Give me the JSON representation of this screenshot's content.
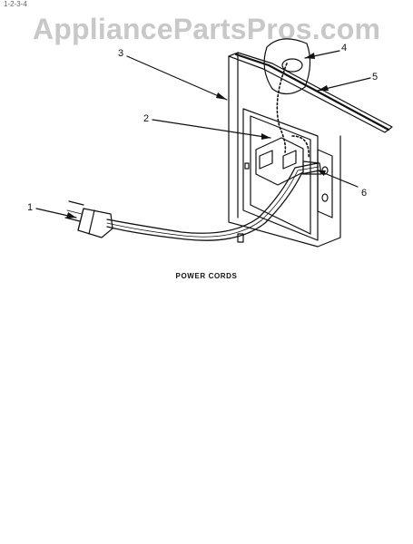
{
  "watermark": "AppliancePartsPros.com",
  "corner_code": "1-2-3-4",
  "caption": "POWER CORDS",
  "callouts": [
    {
      "id": "1",
      "label": "1"
    },
    {
      "id": "2",
      "label": "2"
    },
    {
      "id": "3",
      "label": "3"
    },
    {
      "id": "4",
      "label": "4"
    },
    {
      "id": "5",
      "label": "5"
    },
    {
      "id": "6",
      "label": "6"
    }
  ],
  "colors": {
    "line": "#111111",
    "watermark": "#c8c8c8"
  }
}
